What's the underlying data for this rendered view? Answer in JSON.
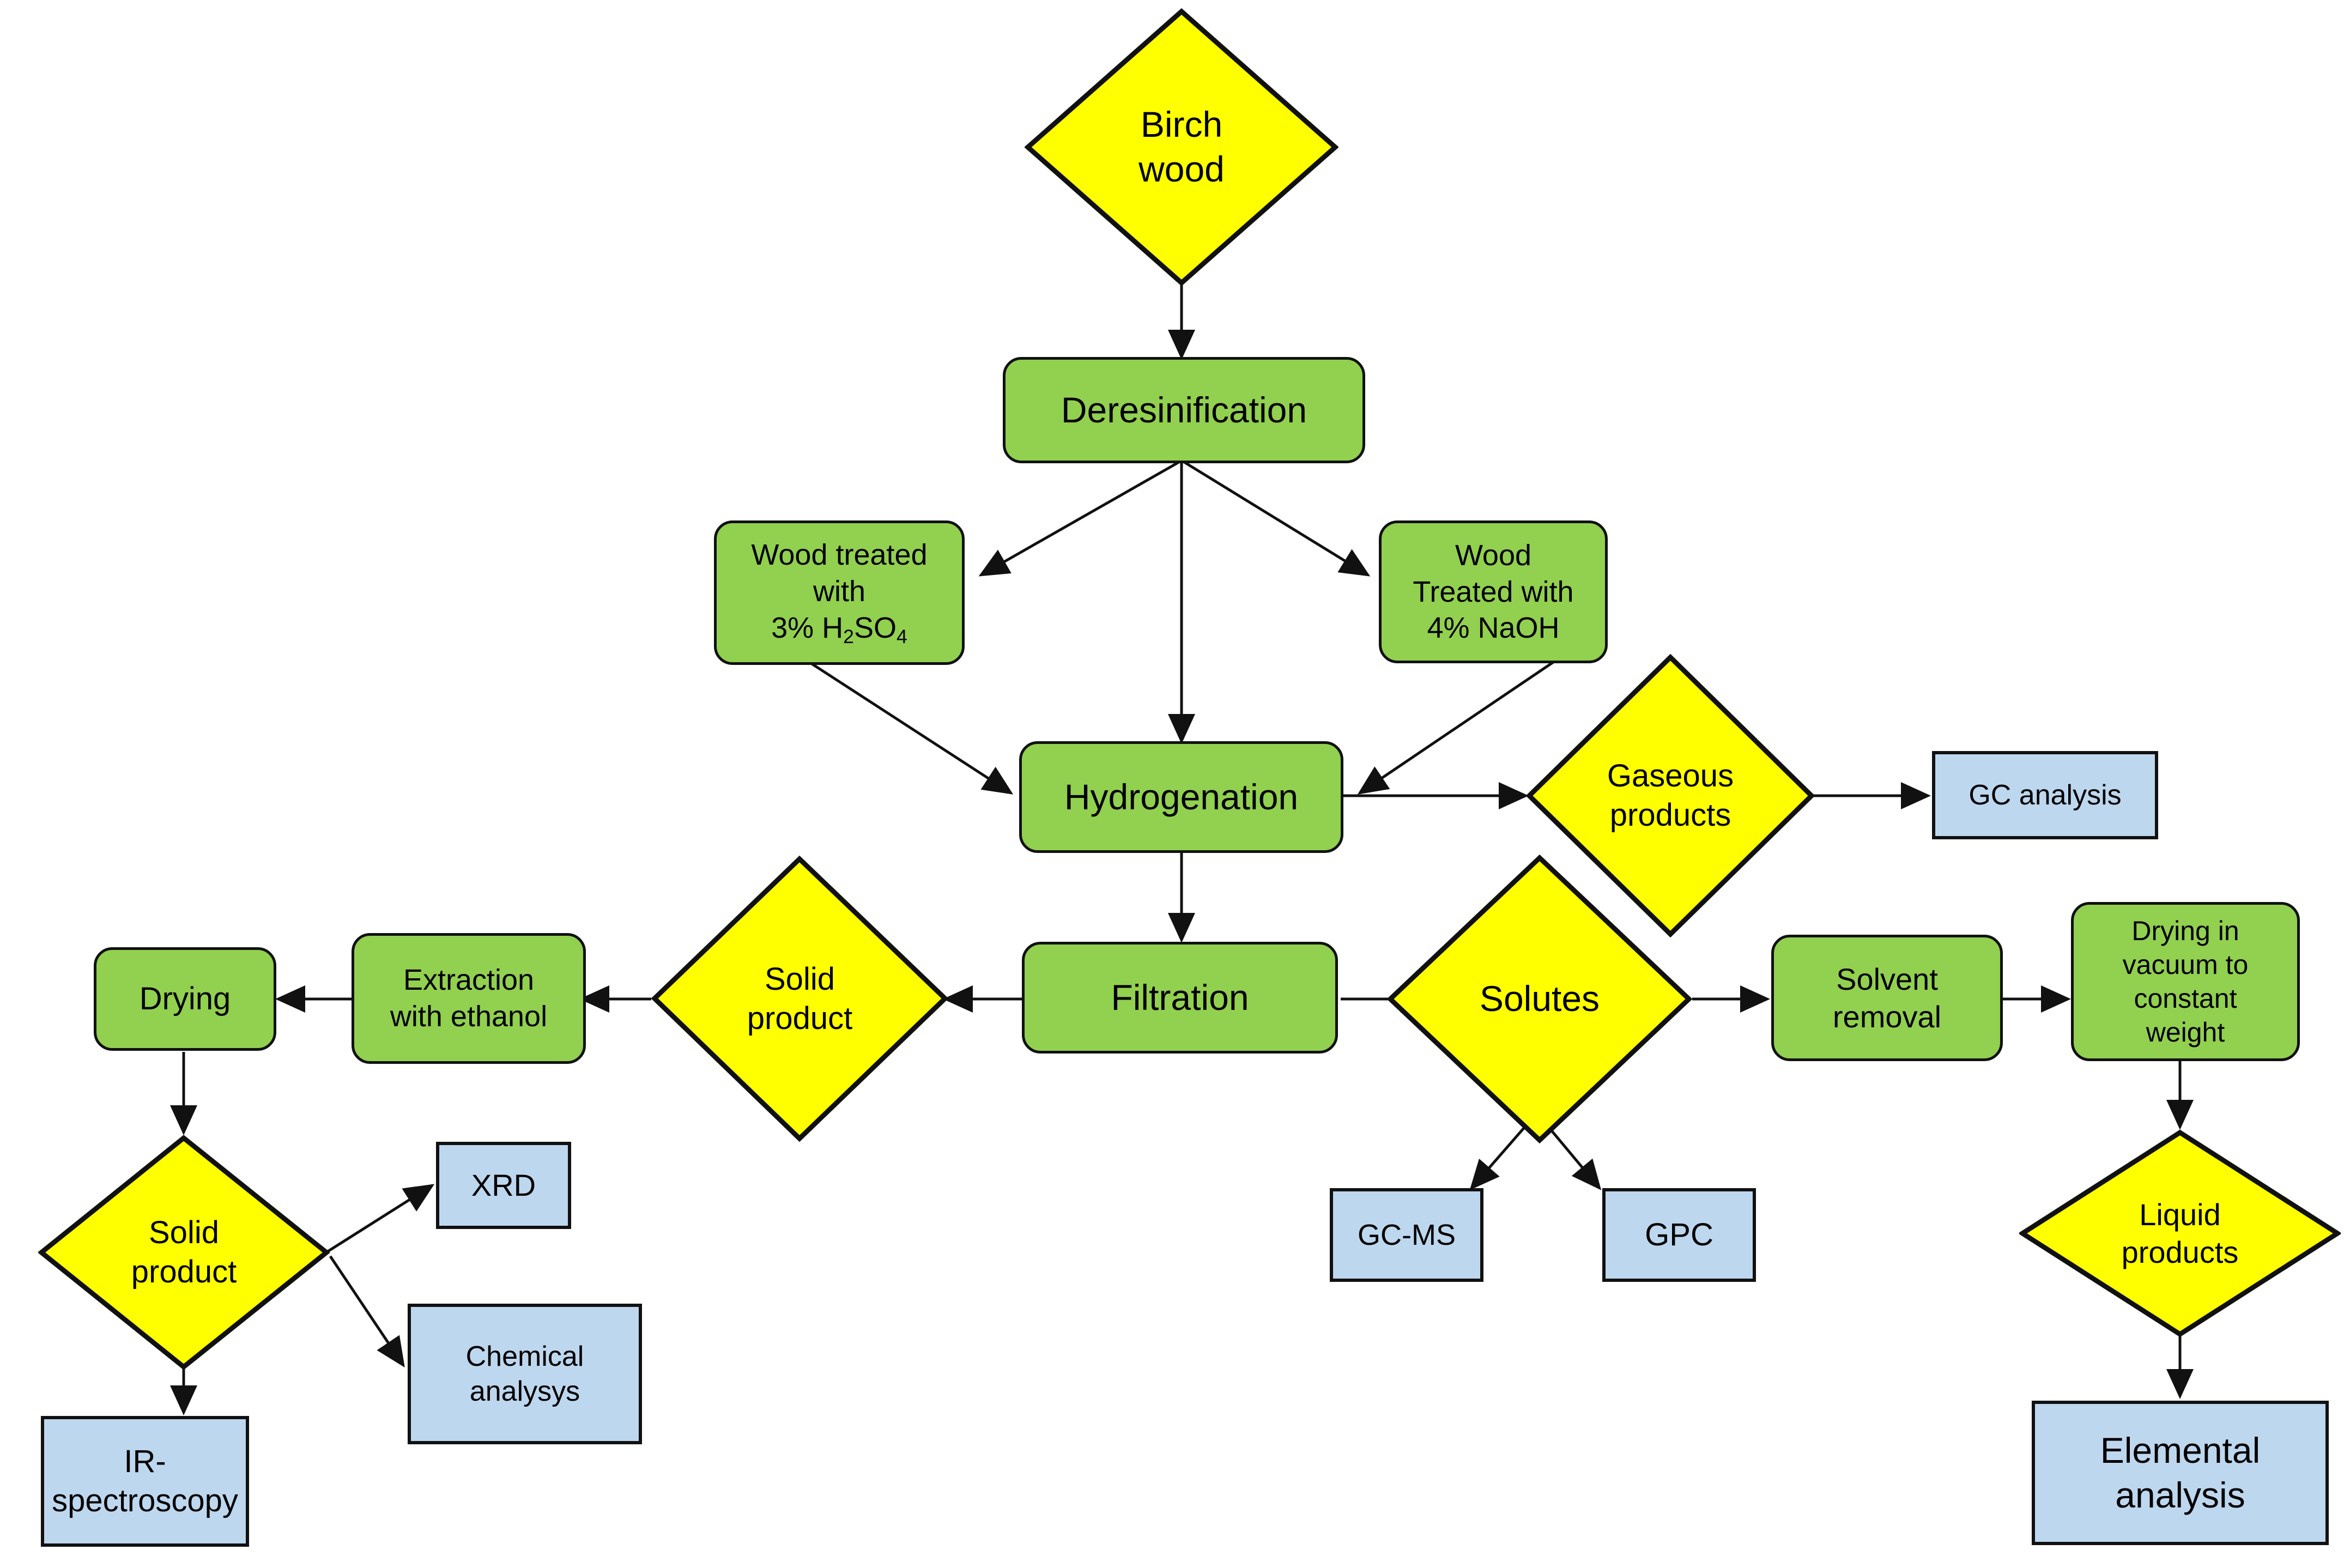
{
  "diagram": {
    "title": "Birch wood hydrogenation process flowchart",
    "colors": {
      "process_fill": "#92D050",
      "decision_fill": "#FFFF00",
      "terminal_fill": "#BDD7EE",
      "stroke": "#111111",
      "background": "#FFFFFF"
    },
    "nodes": [
      {
        "id": "birch_wood",
        "label": "Birch\nwood",
        "shape": "decision",
        "fill": "#FFFF00"
      },
      {
        "id": "deresinification",
        "label": "Deresinification",
        "shape": "process",
        "fill": "#92D050"
      },
      {
        "id": "wood_h2so4",
        "label": "Wood treated\nwith\n3% H2SO4",
        "shape": "process",
        "fill": "#92D050"
      },
      {
        "id": "wood_naoh",
        "label": "Wood\nTreated with\n4% NaOH",
        "shape": "process",
        "fill": "#92D050"
      },
      {
        "id": "hydrogenation",
        "label": "Hydrogenation",
        "shape": "process",
        "fill": "#92D050"
      },
      {
        "id": "gaseous_products",
        "label": "Gaseous\nproducts",
        "shape": "decision",
        "fill": "#FFFF00"
      },
      {
        "id": "gc_analysis",
        "label": "GC analysis",
        "shape": "terminal",
        "fill": "#BDD7EE"
      },
      {
        "id": "filtration",
        "label": "Filtration",
        "shape": "process",
        "fill": "#92D050"
      },
      {
        "id": "solid_product_1",
        "label": "Solid\nproduct",
        "shape": "decision",
        "fill": "#FFFF00"
      },
      {
        "id": "extraction",
        "label": "Extraction\nwith ethanol",
        "shape": "process",
        "fill": "#92D050"
      },
      {
        "id": "drying",
        "label": "Drying",
        "shape": "process",
        "fill": "#92D050"
      },
      {
        "id": "solid_product_2",
        "label": "Solid\nproduct",
        "shape": "decision",
        "fill": "#FFFF00"
      },
      {
        "id": "xrd",
        "label": "XRD",
        "shape": "terminal",
        "fill": "#BDD7EE"
      },
      {
        "id": "chemical_analysys",
        "label": "Chemical\nanalysys",
        "shape": "terminal",
        "fill": "#BDD7EE"
      },
      {
        "id": "ir_spectroscopy",
        "label": "IR-\nspectroscopy",
        "shape": "terminal",
        "fill": "#BDD7EE"
      },
      {
        "id": "solutes",
        "label": "Solutes",
        "shape": "decision",
        "fill": "#FFFF00"
      },
      {
        "id": "gc_ms",
        "label": "GC-MS",
        "shape": "terminal",
        "fill": "#BDD7EE"
      },
      {
        "id": "gpc",
        "label": "GPC",
        "shape": "terminal",
        "fill": "#BDD7EE"
      },
      {
        "id": "solvent_removal",
        "label": "Solvent\nremoval",
        "shape": "process",
        "fill": "#92D050"
      },
      {
        "id": "drying_vacuum",
        "label": "Drying in\nvacuum to\nconstant\nweight",
        "shape": "process",
        "fill": "#92D050"
      },
      {
        "id": "liquid_products",
        "label": "Liquid\nproducts",
        "shape": "decision",
        "fill": "#FFFF00"
      },
      {
        "id": "elemental_analysis",
        "label": "Elemental\nanalysis",
        "shape": "terminal",
        "fill": "#BDD7EE"
      }
    ],
    "edges": [
      {
        "from": "birch_wood",
        "to": "deresinification"
      },
      {
        "from": "deresinification",
        "to": "wood_h2so4"
      },
      {
        "from": "deresinification",
        "to": "hydrogenation"
      },
      {
        "from": "deresinification",
        "to": "wood_naoh"
      },
      {
        "from": "wood_h2so4",
        "to": "hydrogenation"
      },
      {
        "from": "wood_naoh",
        "to": "hydrogenation"
      },
      {
        "from": "hydrogenation",
        "to": "gaseous_products"
      },
      {
        "from": "gaseous_products",
        "to": "gc_analysis"
      },
      {
        "from": "hydrogenation",
        "to": "filtration"
      },
      {
        "from": "filtration",
        "to": "solid_product_1"
      },
      {
        "from": "filtration",
        "to": "solutes"
      },
      {
        "from": "solid_product_1",
        "to": "extraction"
      },
      {
        "from": "extraction",
        "to": "drying"
      },
      {
        "from": "drying",
        "to": "solid_product_2"
      },
      {
        "from": "solid_product_2",
        "to": "xrd"
      },
      {
        "from": "solid_product_2",
        "to": "chemical_analysys"
      },
      {
        "from": "solid_product_2",
        "to": "ir_spectroscopy"
      },
      {
        "from": "solutes",
        "to": "gc_ms"
      },
      {
        "from": "solutes",
        "to": "gpc"
      },
      {
        "from": "solutes",
        "to": "solvent_removal"
      },
      {
        "from": "solvent_removal",
        "to": "drying_vacuum"
      },
      {
        "from": "drying_vacuum",
        "to": "liquid_products"
      },
      {
        "from": "liquid_products",
        "to": "elemental_analysis"
      }
    ],
    "labels": {
      "birch_wood": "Birch\nwood",
      "deresinification": "Deresinification",
      "wood_h2so4_line1": "Wood treated",
      "wood_h2so4_line2": "with",
      "wood_h2so4_line3a": "3% H",
      "wood_h2so4_sub1": "2",
      "wood_h2so4_line3b": "SO",
      "wood_h2so4_sub2": "4",
      "wood_naoh": "Wood\nTreated with\n4% NaOH",
      "hydrogenation": "Hydrogenation",
      "gaseous_products": "Gaseous\nproducts",
      "gc_analysis": "GC analysis",
      "filtration": "Filtration",
      "solid_product_1": "Solid\nproduct",
      "extraction": "Extraction\nwith ethanol",
      "drying": "Drying",
      "solid_product_2": "Solid\nproduct",
      "xrd": "XRD",
      "chemical_analysys": "Chemical\nanalysys",
      "ir_spectroscopy": "IR-\nspectroscopy",
      "solutes": "Solutes",
      "gc_ms": "GC-MS",
      "gpc": "GPC",
      "solvent_removal": "Solvent\nremoval",
      "drying_vacuum": "Drying in\nvacuum to\nconstant\nweight",
      "liquid_products": "Liquid\nproducts",
      "elemental_analysis": "Elemental\nanalysis"
    }
  }
}
